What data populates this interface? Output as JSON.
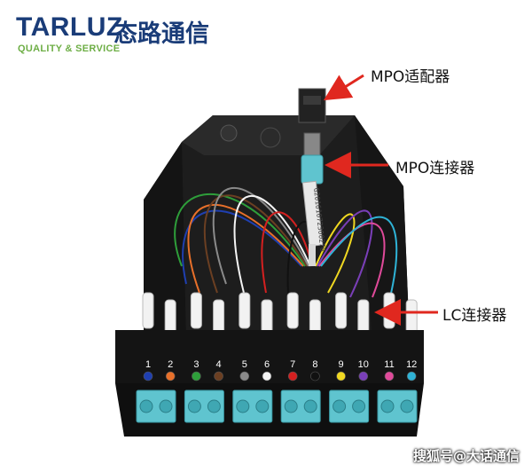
{
  "brand": {
    "name": "TARLUZ",
    "name_cn": "态路通信",
    "tagline": "QUALITY & SERVICE"
  },
  "callouts": {
    "mpo_adapter": "MPO适配器",
    "mpo_connector": "MPO连接器",
    "lc_connector": "LC连接器"
  },
  "mpo_label_text": "G20161072300276",
  "ports": [
    {
      "num": "1",
      "color": "#1f3fb0"
    },
    {
      "num": "2",
      "color": "#e8702a"
    },
    {
      "num": "3",
      "color": "#2e9e3a"
    },
    {
      "num": "4",
      "color": "#6b3f22"
    },
    {
      "num": "5",
      "color": "#8a8a8a"
    },
    {
      "num": "6",
      "color": "#f4f4f4"
    },
    {
      "num": "7",
      "color": "#d42020"
    },
    {
      "num": "8",
      "color": "#111111"
    },
    {
      "num": "9",
      "color": "#f0d821"
    },
    {
      "num": "10",
      "color": "#7a3fb8"
    },
    {
      "num": "11",
      "color": "#e04a9a"
    },
    {
      "num": "12",
      "color": "#2fb3d6"
    }
  ],
  "colors": {
    "cassette": "#1b1b1b",
    "aqua": "#5fc4cf",
    "arrow": "#e0281f"
  },
  "watermark": "搜狐号@大话通信"
}
